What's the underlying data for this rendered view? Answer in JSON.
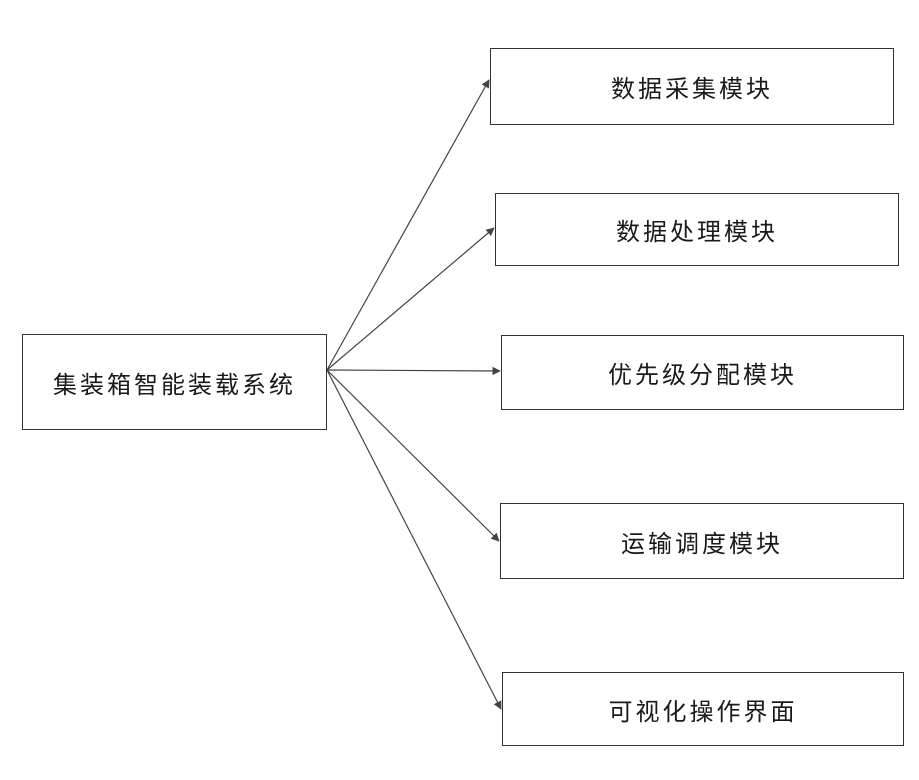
{
  "diagram": {
    "root": {
      "label": "集装箱智能装载系统"
    },
    "modules": [
      {
        "label": "数据采集模块"
      },
      {
        "label": "数据处理模块"
      },
      {
        "label": "优先级分配模块"
      },
      {
        "label": "运输调度模块"
      },
      {
        "label": "可视化操作界面"
      }
    ],
    "colors": {
      "line": "#444444",
      "border": "#333333",
      "text": "#1a1a1a"
    }
  }
}
